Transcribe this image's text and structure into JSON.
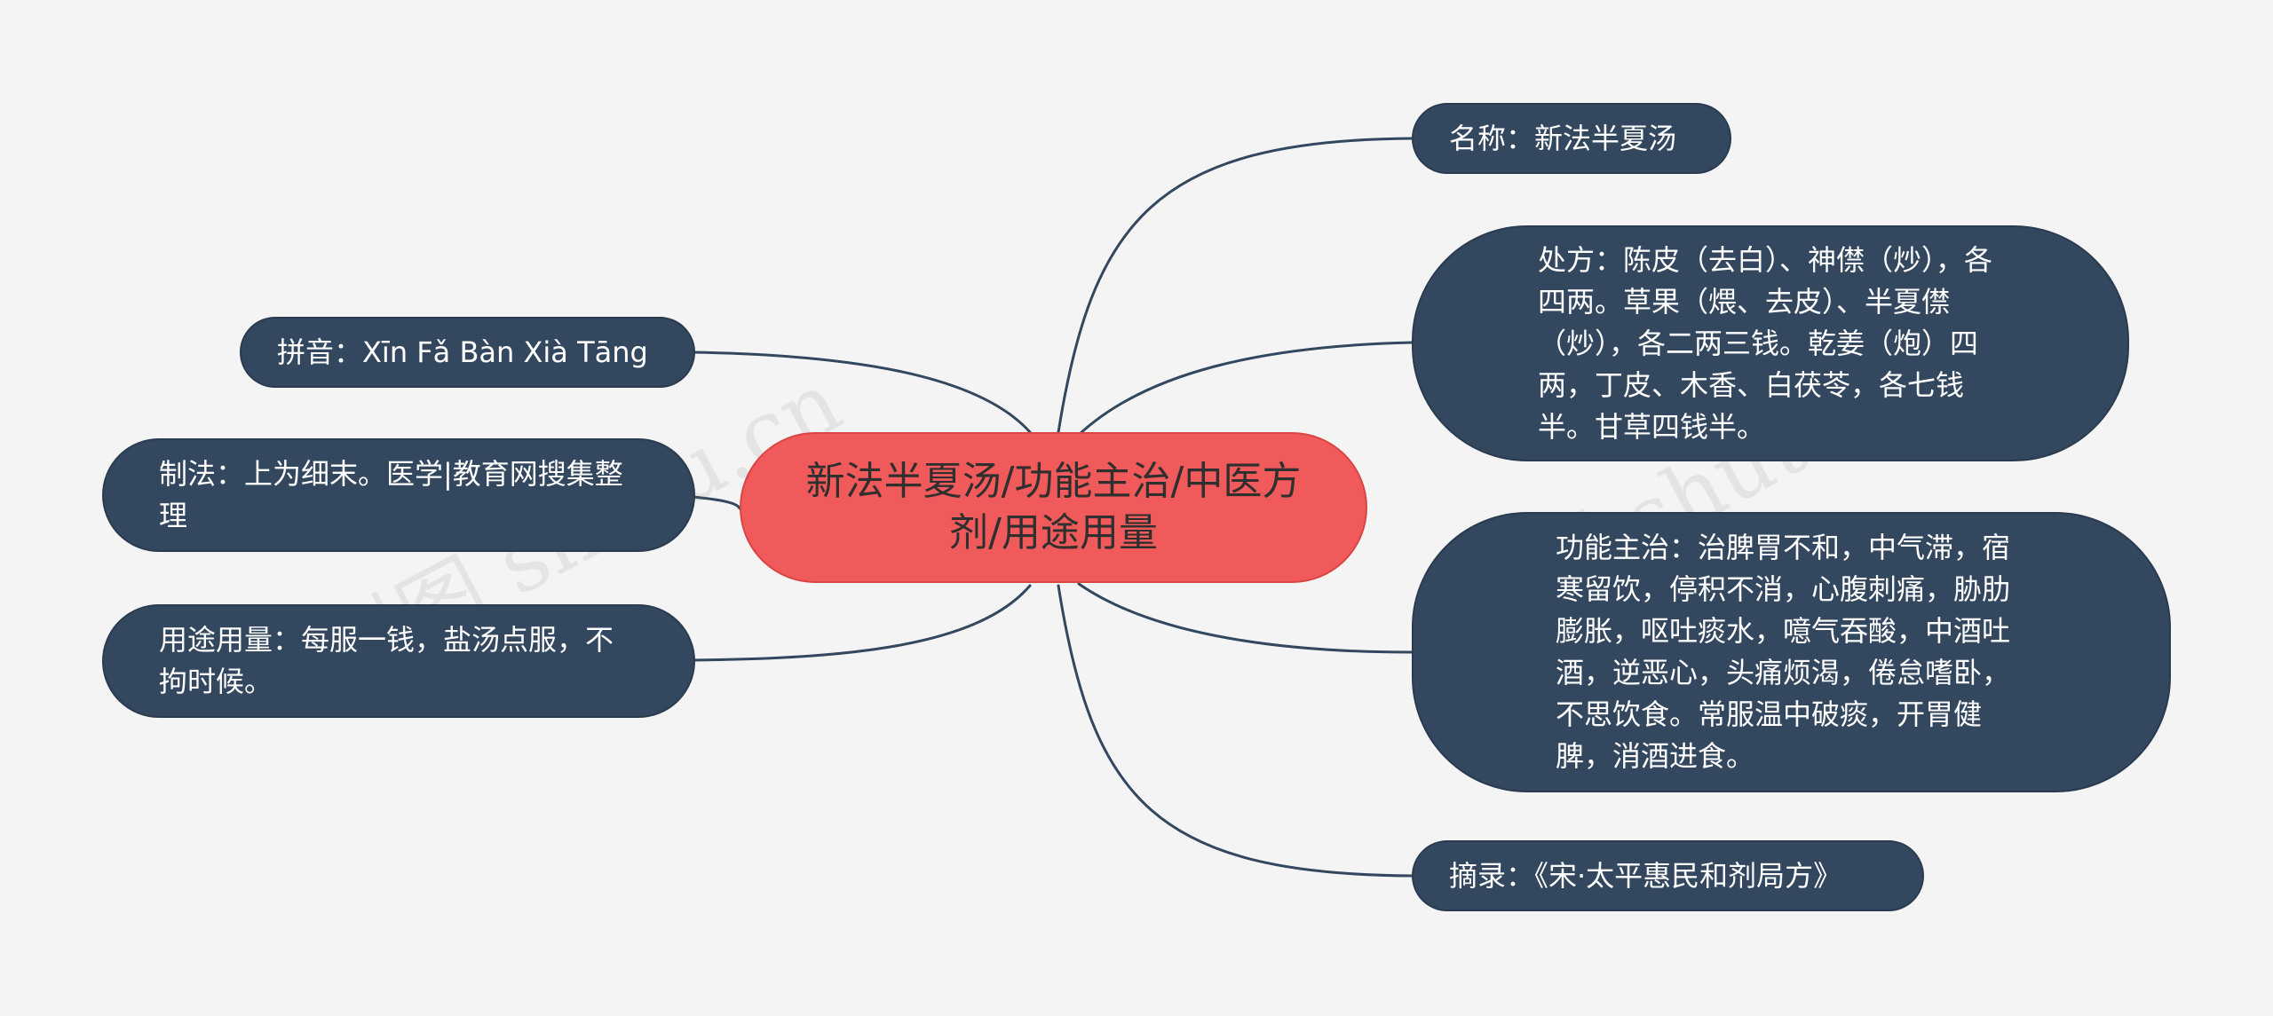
{
  "center": {
    "title": "新法半夏汤/功能主治/中医方剂/用途用量"
  },
  "right": {
    "name": "名称：新法半夏汤",
    "prescription": "处方：陈皮（去白）、神僸（炒），各四两。草果（煨、去皮）、半夏僸（炒），各二两三钱。乾姜（炮）四两，丁皮、木香、白茯苓，各七钱半。甘草四钱半。",
    "indications": "功能主治：治脾胃不和，中气滞，宿寒留饮，停积不消，心腹刺痛，胁肋膨胀，呕吐痰水，噫气吞酸，中酒吐酒，逆恶心，头痛烦渴，倦怠嗜卧，不思饮食。常服温中破痰，开胃健脾，消酒进食。",
    "excerpt": "摘录：《宋·太平惠民和剂局方》"
  },
  "left": {
    "pinyin": "拼音：Xīn Fǎ Bàn Xià Tāng",
    "preparation": "制法：上为细末。医学|教育网搜集整理",
    "usage": "用途用量：每服一钱，盐汤点服，不拘时候。"
  },
  "watermarks": [
    "树图 shutu.cn",
    "树图 shutu.cn"
  ],
  "colors": {
    "node_fill": "#33475f",
    "center_fill": "#f05a5a",
    "link": "#33475f",
    "background": "#f4f4f4"
  }
}
